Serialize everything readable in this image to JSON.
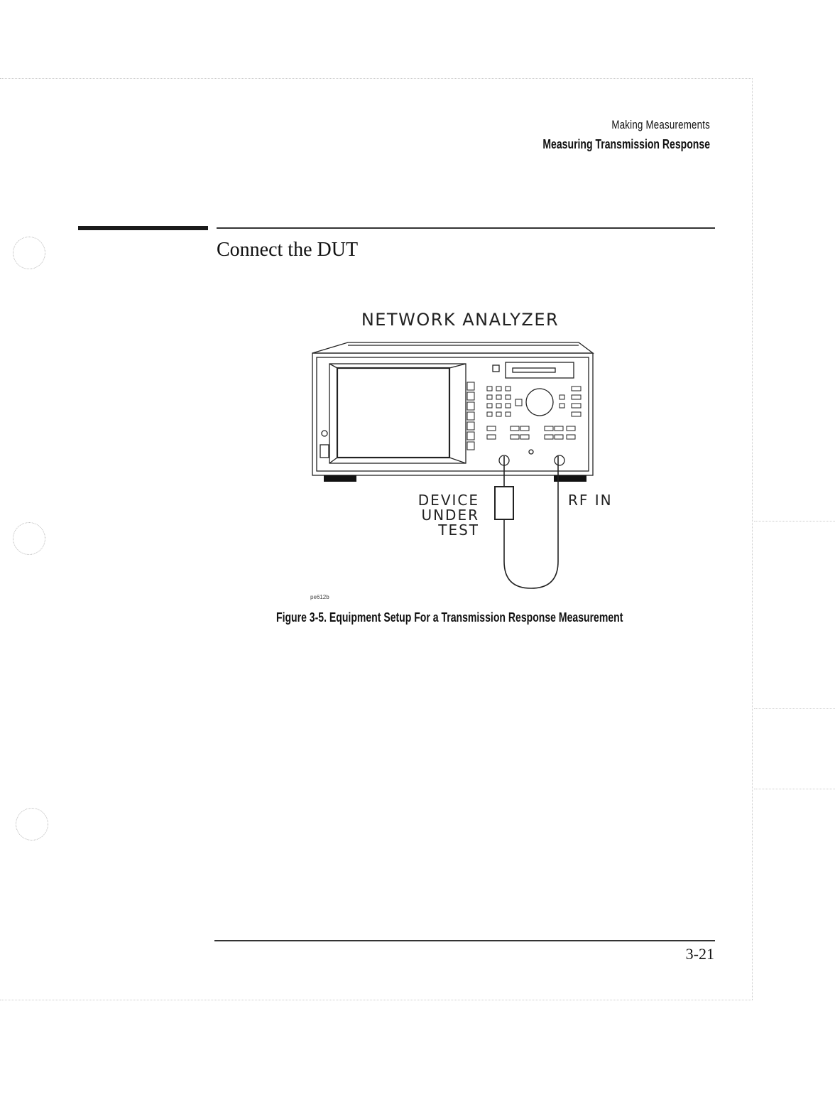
{
  "header": {
    "section": "Making Measurements",
    "subsection": "Measuring Transmission Response"
  },
  "section_title": "Connect the DUT",
  "figure": {
    "label_analyzer": "NETWORK ANALYZER",
    "label_dut_1": "DEVICE",
    "label_dut_2": "UNDER",
    "label_dut_3": "TEST",
    "label_rf_in": "RF IN",
    "figure_id": "pe612b",
    "caption": "Figure 3-5. Equipment Setup For a Transmission Response Measurement"
  },
  "page_number": "3-21"
}
